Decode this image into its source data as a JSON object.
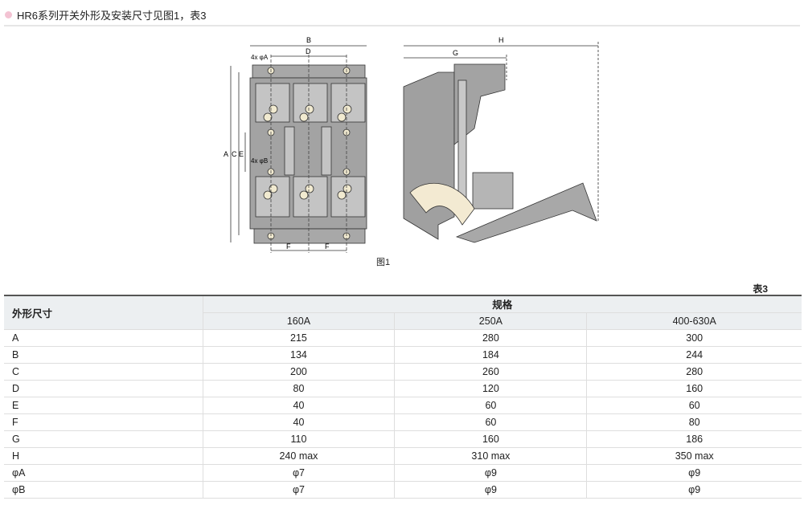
{
  "heading": "HR6系列开关外形及安装尺寸见图1，表3",
  "figure": {
    "caption": "图1",
    "front_labels": {
      "B": "B",
      "D": "D",
      "hole_a": "4x φA",
      "A": "A",
      "C": "C",
      "E": "E",
      "hole_b": "4x φB",
      "F1": "F",
      "F2": "F"
    },
    "side_labels": {
      "H": "H",
      "G": "G"
    }
  },
  "table_label": "表3",
  "table": {
    "row_header": "外形尺寸",
    "group_header": "规格",
    "columns": [
      "160A",
      "250A",
      "400-630A"
    ],
    "rows": [
      {
        "key": "A",
        "values": [
          "215",
          "280",
          "300"
        ]
      },
      {
        "key": "B",
        "values": [
          "134",
          "184",
          "244"
        ]
      },
      {
        "key": "C",
        "values": [
          "200",
          "260",
          "280"
        ]
      },
      {
        "key": "D",
        "values": [
          "80",
          "120",
          "160"
        ]
      },
      {
        "key": "E",
        "values": [
          "40",
          "60",
          "60"
        ]
      },
      {
        "key": "F",
        "values": [
          "40",
          "60",
          "80"
        ]
      },
      {
        "key": "G",
        "values": [
          "110",
          "160",
          "186"
        ]
      },
      {
        "key": "H",
        "values": [
          "240 max",
          "310 max",
          "350 max"
        ]
      },
      {
        "key": "φA",
        "values": [
          "φ7",
          "φ9",
          "φ9"
        ]
      },
      {
        "key": "φB",
        "values": [
          "φ7",
          "φ9",
          "φ9"
        ]
      }
    ]
  }
}
